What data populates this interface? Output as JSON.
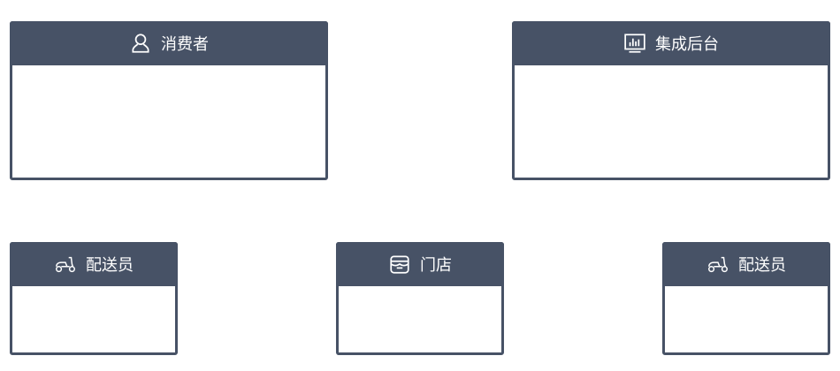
{
  "colors": {
    "header": "#475266",
    "border": "#475266"
  },
  "boxes": [
    {
      "title": "消费者",
      "icon": "user-icon"
    },
    {
      "title": "集成后台",
      "icon": "dashboard-icon"
    },
    {
      "title": "配送员",
      "icon": "scooter-icon"
    },
    {
      "title": "门店",
      "icon": "store-icon"
    },
    {
      "title": "配送员",
      "icon": "scooter-icon"
    }
  ]
}
